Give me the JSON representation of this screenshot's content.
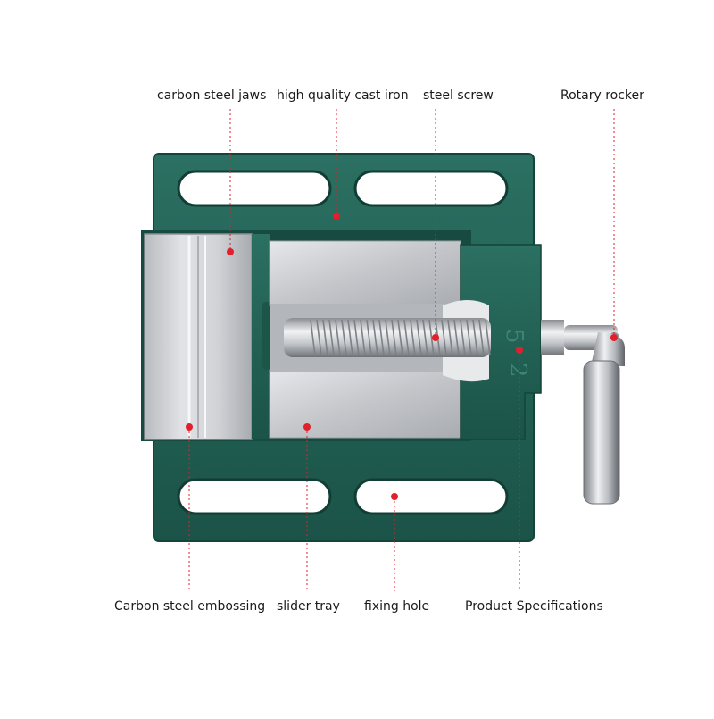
{
  "labels": {
    "jaws": "carbon steel jaws",
    "cast_iron": "high quality cast iron",
    "screw": "steel screw",
    "rocker": "Rotary rocker",
    "embossing": "Carbon steel embossing",
    "slider": "slider tray",
    "fixing_hole": "fixing hole",
    "specs": "Product Specifications"
  },
  "colors": {
    "body_green": "#1f5f53",
    "body_green_light": "#2f7768",
    "steel": "#c9cbcf",
    "marker_red": "#e0202a",
    "text": "#1a1a1a"
  },
  "icons": {
    "marker": "red-dot-marker"
  }
}
